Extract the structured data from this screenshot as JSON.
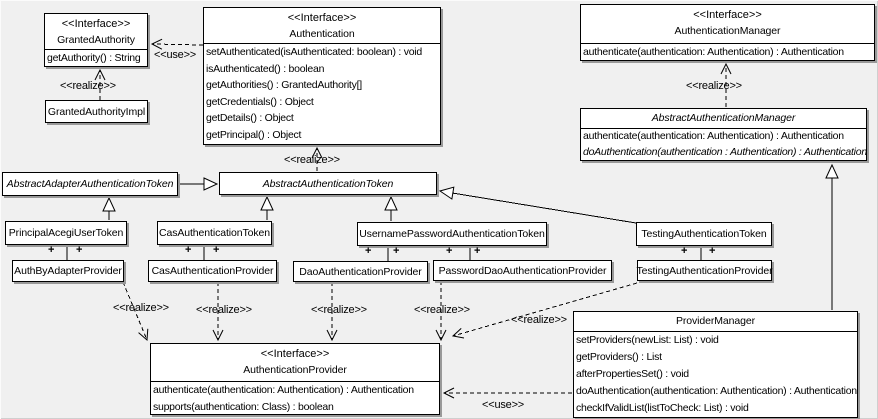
{
  "labels": {
    "use": "<<use>>",
    "realize": "<<realize>>",
    "plus": "+"
  },
  "colors": {
    "background": "#f0f0f0",
    "box_fill": "#ffffff",
    "line": "#000000",
    "shadow": "#999999"
  },
  "classes": {
    "granted_authority": {
      "stereotype": "<<Interface>>",
      "name": "GrantedAuthority",
      "methods": [
        "getAuthority() : String"
      ]
    },
    "granted_authority_impl": {
      "name": "GrantedAuthorityImpl"
    },
    "authentication": {
      "stereotype": "<<Interface>>",
      "name": "Authentication",
      "methods": [
        "setAuthenticated(isAuthenticated: boolean) : void",
        "isAuthenticated() : boolean",
        "getAuthorities() : GrantedAuthority[]",
        "getCredentials() : Object",
        "getDetails() : Object",
        "getPrincipal() : Object"
      ]
    },
    "authentication_manager": {
      "stereotype": "<<Interface>>",
      "name": "AuthenticationManager",
      "methods": [
        "authenticate(authentication: Authentication) : Authentication"
      ]
    },
    "abstract_authentication_manager": {
      "name": "AbstractAuthenticationManager",
      "methods": [
        "authenticate(authentication: Authentication) : Authentication",
        "doAuthentication(authentication : Authentication) : Authentication"
      ]
    },
    "abstract_adapter_authentication_token": {
      "name": "AbstractAdapterAuthenticationToken"
    },
    "abstract_authentication_token": {
      "name": "AbstractAuthenticationToken"
    },
    "principal_acegi_user_token": {
      "name": "PrincipalAcegiUserToken"
    },
    "cas_authentication_token": {
      "name": "CasAuthenticationToken"
    },
    "username_password_authentication_token": {
      "name": "UsernamePasswordAuthenticationToken"
    },
    "testing_authentication_token": {
      "name": "TestingAuthenticationToken"
    },
    "auth_by_adapter_provider": {
      "name": "AuthByAdapterProvider"
    },
    "cas_authentication_provider": {
      "name": "CasAuthenticationProvider"
    },
    "dao_authentication_provider": {
      "name": "DaoAuthenticationProvider"
    },
    "password_dao_authentication_provider": {
      "name": "PasswordDaoAuthenticationProvider"
    },
    "testing_authentication_provider": {
      "name": "TestingAuthenticationProvider"
    },
    "authentication_provider": {
      "stereotype": "<<Interface>>",
      "name": "AuthenticationProvider",
      "methods": [
        "authenticate(authentication: Authentication) : Authentication",
        "supports(authentication: Class) : boolean"
      ]
    },
    "provider_manager": {
      "name": "ProviderManager",
      "methods": [
        "setProviders(newList: List) : void",
        "getProviders() : List",
        "afterPropertiesSet() : void",
        "doAuthentication(authentication: Authentication) : Authentication",
        "checkIfValidList(listToCheck: List) : void"
      ]
    }
  },
  "relationships": [
    {
      "from": "Authentication",
      "to": "GrantedAuthority",
      "type": "use"
    },
    {
      "from": "GrantedAuthorityImpl",
      "to": "GrantedAuthority",
      "type": "realize"
    },
    {
      "from": "AbstractAuthenticationToken",
      "to": "Authentication",
      "type": "realize"
    },
    {
      "from": "AbstractAuthenticationManager",
      "to": "AuthenticationManager",
      "type": "realize"
    },
    {
      "from": "AbstractAdapterAuthenticationToken",
      "to": "AbstractAuthenticationToken",
      "type": "generalization"
    },
    {
      "from": "PrincipalAcegiUserToken",
      "to": "AbstractAdapterAuthenticationToken",
      "type": "generalization"
    },
    {
      "from": "CasAuthenticationToken",
      "to": "AbstractAuthenticationToken",
      "type": "generalization"
    },
    {
      "from": "UsernamePasswordAuthenticationToken",
      "to": "AbstractAuthenticationToken",
      "type": "generalization"
    },
    {
      "from": "TestingAuthenticationToken",
      "to": "AbstractAuthenticationToken",
      "type": "generalization"
    },
    {
      "from": "ProviderManager",
      "to": "AbstractAuthenticationManager",
      "type": "generalization"
    },
    {
      "from": "PrincipalAcegiUserToken",
      "to": "AuthByAdapterProvider",
      "type": "association"
    },
    {
      "from": "CasAuthenticationToken",
      "to": "CasAuthenticationProvider",
      "type": "association"
    },
    {
      "from": "UsernamePasswordAuthenticationToken",
      "to": "DaoAuthenticationProvider",
      "type": "association"
    },
    {
      "from": "UsernamePasswordAuthenticationToken",
      "to": "PasswordDaoAuthenticationProvider",
      "type": "association"
    },
    {
      "from": "TestingAuthenticationToken",
      "to": "TestingAuthenticationProvider",
      "type": "association"
    },
    {
      "from": "AuthByAdapterProvider",
      "to": "AuthenticationProvider",
      "type": "realize"
    },
    {
      "from": "CasAuthenticationProvider",
      "to": "AuthenticationProvider",
      "type": "realize"
    },
    {
      "from": "DaoAuthenticationProvider",
      "to": "AuthenticationProvider",
      "type": "realize"
    },
    {
      "from": "PasswordDaoAuthenticationProvider",
      "to": "AuthenticationProvider",
      "type": "realize"
    },
    {
      "from": "TestingAuthenticationProvider",
      "to": "AuthenticationProvider",
      "type": "realize"
    },
    {
      "from": "ProviderManager",
      "to": "AuthenticationProvider",
      "type": "use"
    }
  ]
}
